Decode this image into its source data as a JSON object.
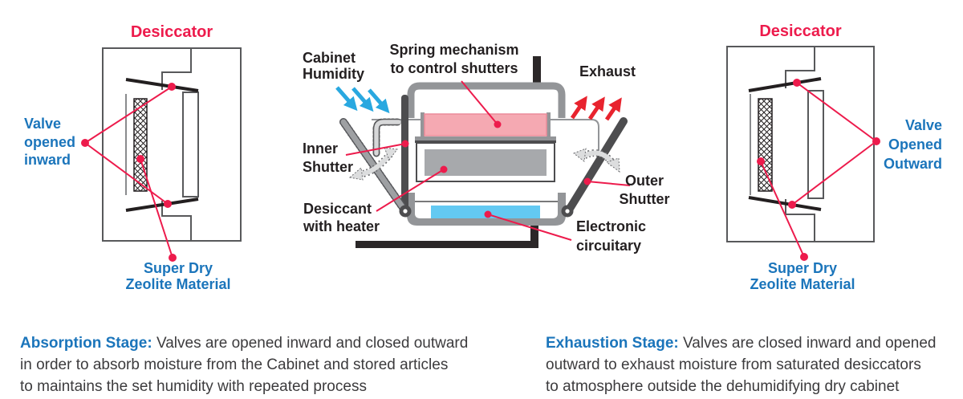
{
  "colors": {
    "crimson": "#ED1B4C",
    "blue": "#1B75BB",
    "arrow_blue": "#29A8E0",
    "arrow_red": "#E8232E",
    "pink": "#F5A9B2",
    "pink_border": "#EC8C9A",
    "gray_fill": "#A7A9AC",
    "cyan": "#63C9F2",
    "frame": "#939598",
    "dark": "#4D4D4F",
    "wall": "#2B2728",
    "outline": "#58595B",
    "ink": "#231F20",
    "body_ink": "#3C3B3D"
  },
  "left_panel": {
    "title": "Desiccator",
    "valve_label": "Valve\nopened\ninward",
    "material_label": "Super Dry\nZeolite Material"
  },
  "right_panel": {
    "title": "Desiccator",
    "valve_label": "Valve\nOpened\nOutward",
    "material_label": "Super Dry\nZeolite Material"
  },
  "center_panel": {
    "cabinet_humidity": "Cabinet\nHumidity",
    "spring_label": "Spring mechanism\nto control shutters",
    "exhaust": "Exhaust",
    "inner_shutter": "Inner\nShutter",
    "desiccant": "Desiccant\nwith heater",
    "outer_shutter": "Outer\nShutter",
    "electronic": "Electronic\ncircuitary"
  },
  "captions": {
    "absorption": {
      "heading": "Absorption Stage:",
      "body": " Valves are opened inward and closed outward\nin order to absorb moisture from the Cabinet and stored articles\nto maintains the set humidity with repeated process"
    },
    "exhaustion": {
      "heading": "Exhaustion Stage:",
      "body": " Valves are closed inward and opened\noutward to exhaust moisture from saturated desiccators\nto atmosphere outside the dehumidifying dry cabinet"
    }
  }
}
